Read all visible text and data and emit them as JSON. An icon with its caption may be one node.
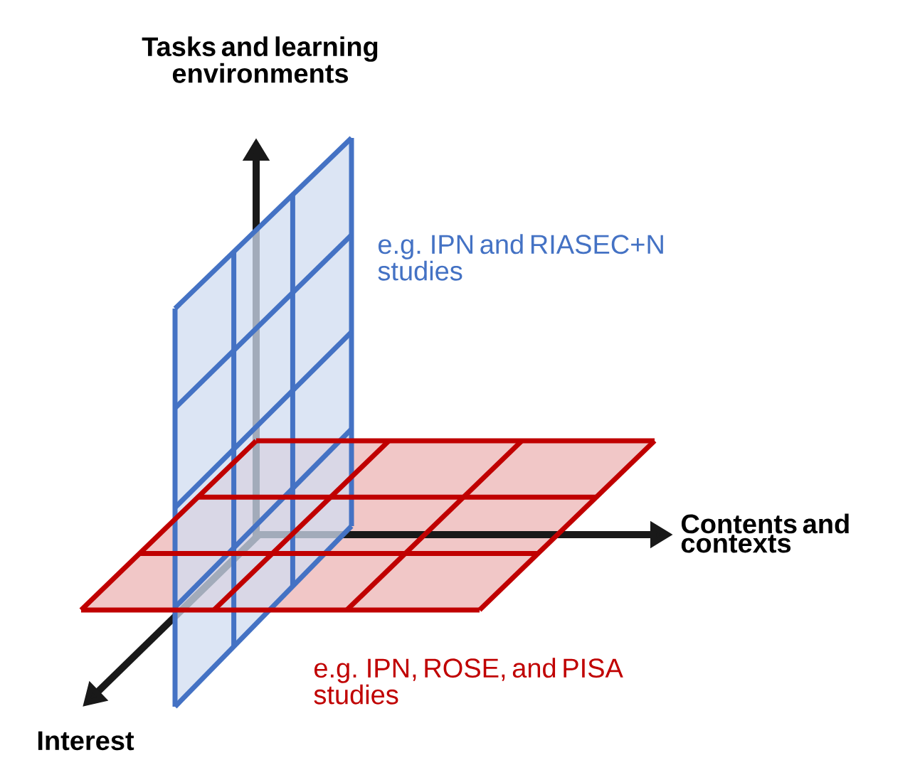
{
  "diagram": {
    "labels": [
      "Tasks and learning environments",
      "e.g. IPN and RIASEC+N studies",
      "Contents and contexts",
      "e.g. IPN, ROSE, and PISA studies",
      "Interest"
    ]
  }
}
